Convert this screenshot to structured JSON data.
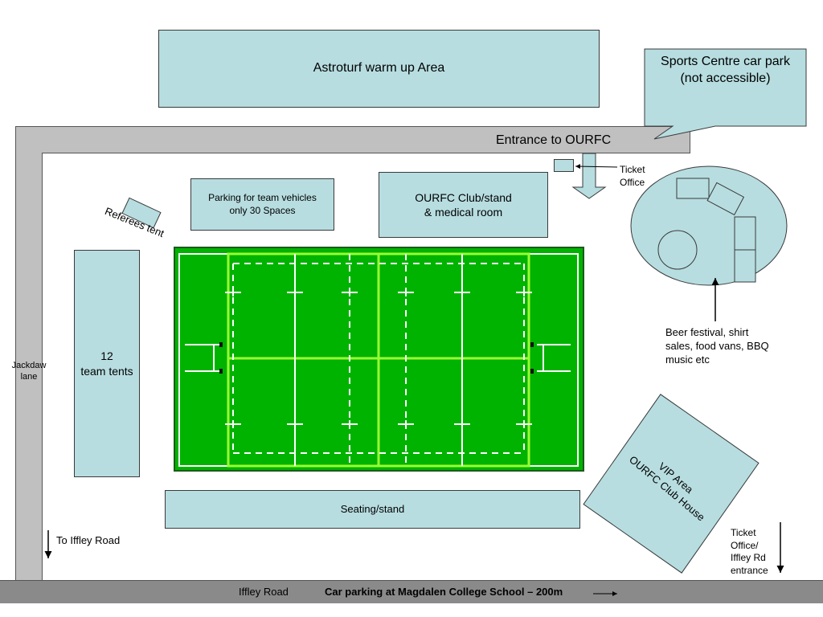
{
  "areas": {
    "astroturf": "Astroturf warm up Area",
    "sports_centre": "Sports Centre car park\n(not accessible)",
    "entrance": "Entrance to OURFC",
    "ticket_office": "Ticket\nOffice",
    "referees_tent": "Referees tent",
    "parking_team": "Parking for team vehicles\nonly 30 Spaces",
    "club_stand": "OURFC Club/stand\n& medical room",
    "team_tents": "12\nteam tents",
    "jackdaw_lane": "Jackdaw\nlane",
    "beer_festival": "Beer festival, shirt\nsales, food vans, BBQ\nmusic etc",
    "vip_area": "VIP Area\nOURFC Club House",
    "seating": "Seating/stand",
    "to_iffley": "To Iffley Road",
    "ticket_iffley": "Ticket\nOffice/\nIffley Rd\nentrance",
    "iffley_road": "Iffley Road",
    "car_parking": "Car parking at Magdalen College School – 200m"
  },
  "colors": {
    "area_fill": "#b7dde0",
    "road": "#c0c0c0",
    "bottom_road": "#8a8a8a",
    "pitch": "#00b300",
    "pitch_lines": "#99ff33"
  }
}
